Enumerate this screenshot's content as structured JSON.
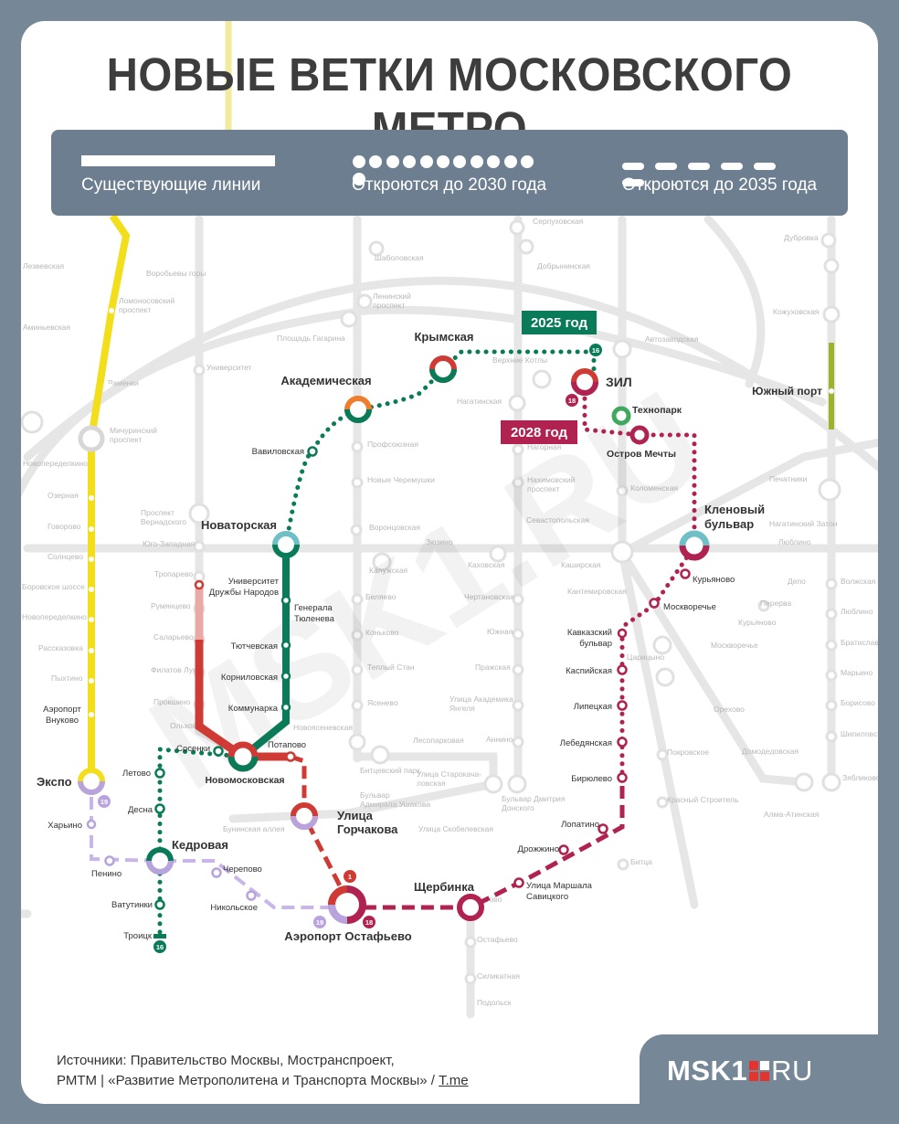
{
  "title": "НОВЫЕ ВЕТКИ МОСКОВСКОГО МЕТРО",
  "legend": {
    "existing": "Существующие линии",
    "by2030": "Откроются до 2030 года",
    "by2035": "Откроются до 2035 года"
  },
  "badges": {
    "y2025": "2025 год",
    "y2028": "2028 год"
  },
  "colors": {
    "green": "#0a7b59",
    "red": "#cf3b34",
    "crimson": "#b0224f",
    "lilac": "#b9a3df",
    "yellow": "#f2de1b",
    "orange": "#ee7d2e",
    "teal": "#6fbfc6",
    "lime": "#41a85f",
    "olive": "#9ab52a",
    "bg": "#768898"
  },
  "watermark": "MSK1.RU",
  "stations_major": {
    "krymskaya": "Крымская",
    "akademicheskaya": "Академическая",
    "zil": "ЗИЛ",
    "tehnopark": "Технопарк",
    "ostrov": "Остров Мечты",
    "klenovy": "Кленовый\nбульвар",
    "novatorskaya": "Новаторская",
    "novomoskovskaya": "Новомосковская",
    "gorchakova": "Улица\nГорчакова",
    "ostafyevo": "Аэропорт Остафьево",
    "shcherbinka": "Щербинка",
    "kedrovaya": "Кедровая",
    "expo": "Экспо",
    "yuzhny_port": "Южный порт"
  },
  "stations_minor": {
    "vavilovskaya": "Вавиловская",
    "udn": "Университет\nДружбы Народов",
    "tyuleneva": "Генерала\nТюленева",
    "tyutchevskaya": "Тютчевская",
    "kornilovskaya": "Корниловская",
    "kommunarka": "Коммунарка",
    "potapovo": "Потапово",
    "sosenki": "Сосенки",
    "letovo": "Летово",
    "desna": "Десна",
    "vatutinki": "Ватутинки",
    "troitsk": "Троицк",
    "penino": "Пенино",
    "kharino": "Харьино",
    "cherepovo": "Черепово",
    "nikolskoe": "Никольское",
    "kuryanovo": "Курьяново",
    "moskvorechye": "Москворечье",
    "kavkazsky": "Кавказский\nбульвар",
    "kaspiyskaya": "Каспийская",
    "lipetskaya": "Липецкая",
    "lebedyanskaya": "Лебедянская",
    "biryulevo": "Бирюлево",
    "lopatino": "Лопатино",
    "drozhzhino": "Дрожжино",
    "marshala": "Улица Маршала\nСавицкого",
    "vnukovo": "Аэропорт\nВнуково"
  },
  "line_numbers": {
    "n16a": "16",
    "n18a": "18",
    "n16b": "16",
    "n19a": "19",
    "n19b": "19",
    "n18b": "18",
    "n1": "1"
  },
  "background_labels": [
    [
      "Серпуховская",
      583,
      245
    ],
    [
      "Шаболовская",
      410,
      285
    ],
    [
      "Добрынинская",
      588,
      294
    ],
    [
      "Воробьевы горы",
      160,
      302
    ],
    [
      "Ломоносовский\nпроспект",
      130,
      332
    ],
    [
      "Ленинский\nпроспект",
      408,
      327
    ],
    [
      "Площадь Гагарина",
      303,
      373
    ],
    [
      "Университет",
      226,
      405
    ],
    [
      "Раменки",
      118,
      422
    ],
    [
      "Верхние Котлы",
      539,
      397
    ],
    [
      "Нагатинская",
      500,
      442
    ],
    [
      "Автозаводская",
      706,
      374
    ],
    [
      "Дубровка",
      858,
      263
    ],
    [
      "Кожуховская",
      846,
      344
    ],
    [
      "Мичуринский\nпроспект",
      120,
      474
    ],
    [
      "Профсоюзная",
      402,
      489
    ],
    [
      "Нагорная",
      577,
      492
    ],
    [
      "Новые Черемушки",
      402,
      528
    ],
    [
      "Нахимовский\nпроспект",
      577,
      528
    ],
    [
      "Коломенская",
      690,
      537
    ],
    [
      "Печатники",
      842,
      527
    ],
    [
      "Проспект\nВернадского",
      154,
      564
    ],
    [
      "Воронцовская",
      404,
      580
    ],
    [
      "Севастопольская",
      576,
      572
    ],
    [
      "Нагатинский Затон",
      842,
      576
    ],
    [
      "Юго-Западная",
      156,
      598
    ],
    [
      "Калужская",
      404,
      627
    ],
    [
      "Зюзино",
      466,
      596
    ],
    [
      "Каховская",
      512,
      621
    ],
    [
      "Каширская",
      614,
      621
    ],
    [
      "Кантемировская",
      621,
      650
    ],
    [
      "Люблино",
      852,
      596
    ],
    [
      "Тропарево",
      169,
      631
    ],
    [
      "Беляево",
      400,
      656
    ],
    [
      "Чертановская",
      508,
      656
    ],
    [
      "Депо",
      862,
      639
    ],
    [
      "Волжская",
      920,
      639
    ],
    [
      "Румянцево",
      165,
      666
    ],
    [
      "Коньково",
      400,
      695
    ],
    [
      "Южная",
      533,
      694
    ],
    [
      "Перерва",
      832,
      663
    ],
    [
      "Люблино",
      920,
      672
    ],
    [
      "Саларьево",
      168,
      700
    ],
    [
      "Теплый Стан",
      402,
      733
    ],
    [
      "Пражская",
      520,
      733
    ],
    [
      "Царицыно",
      686,
      722
    ],
    [
      "Курьяново",
      808,
      684
    ],
    [
      "Братиславская",
      920,
      706
    ],
    [
      "Филатов Луг",
      165,
      736
    ],
    [
      "Марьино",
      920,
      739
    ],
    [
      "Прокшино",
      168,
      771
    ],
    [
      "Ясенево",
      402,
      772
    ],
    [
      "Улица Академика\nЯнгеля",
      492,
      768
    ],
    [
      "Москворечье",
      778,
      709
    ],
    [
      "Орехово",
      781,
      779
    ],
    [
      "Борисово",
      920,
      772
    ],
    [
      "Ольховая",
      186,
      797
    ],
    [
      "Новоясеневская",
      321,
      799
    ],
    [
      "Аннино",
      532,
      812
    ],
    [
      "Лесопарковая",
      452,
      813
    ],
    [
      "Домодедовская",
      812,
      825
    ],
    [
      "Шипиловская",
      920,
      806
    ],
    [
      "Битцевский парк",
      394,
      846
    ],
    [
      "Улица Старокача-\nловская",
      456,
      850
    ],
    [
      "Покровское",
      730,
      826
    ],
    [
      "Зябликово",
      922,
      854
    ],
    [
      "Бульвар\nАдмирала Ушакова",
      394,
      873
    ],
    [
      "Бульвар Дмитрия\nДонского",
      549,
      877
    ],
    [
      "Красный Строитель",
      730,
      878
    ],
    [
      "Алма-Атинская",
      836,
      894
    ],
    [
      "Бунинская аллея",
      244,
      910
    ],
    [
      "Улица Скобелевская",
      458,
      910
    ],
    [
      "Битца",
      690,
      946
    ],
    [
      "Бутово",
      522,
      987
    ],
    [
      "Остафьево",
      522,
      1031
    ],
    [
      "Силикатная",
      522,
      1071
    ],
    [
      "Подольск",
      522,
      1100
    ],
    [
      "Озерная",
      52,
      545
    ],
    [
      "Говорово",
      52,
      579
    ],
    [
      "Солнцево",
      52,
      612
    ],
    [
      "Боровское шоссе",
      24,
      645
    ],
    [
      "Новопеределкино",
      24,
      678
    ],
    [
      "Рассказовка",
      42,
      712
    ],
    [
      "Пыхтино",
      56,
      745
    ],
    [
      "Аминьевская",
      25,
      361
    ],
    [
      "Лезвевская",
      25,
      294
    ],
    [
      "Новопеределкино",
      25,
      510
    ]
  ],
  "source": {
    "line1": "Источники: Правительство Москвы, Мостранспроект,",
    "line2": "РМТМ | «Развитие Метрополитена и Транспорта Москвы» /",
    "link": "T.me"
  },
  "logo": {
    "main": "MSK1",
    "ru": "RU"
  }
}
